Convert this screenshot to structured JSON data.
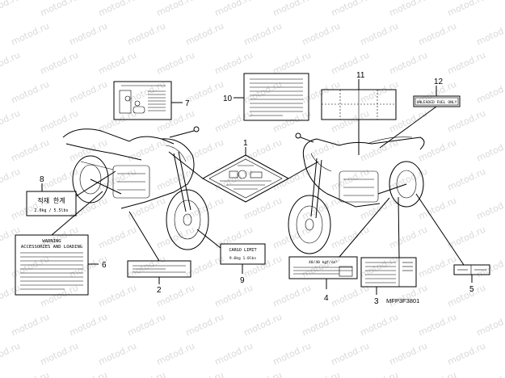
{
  "watermark": "motod.ru",
  "callouts": [
    "1",
    "2",
    "3",
    "4",
    "5",
    "6",
    "7",
    "8",
    "9",
    "10",
    "11",
    "12"
  ],
  "labels": {
    "unleaded": "UNLEADED FUEL ONLY",
    "cargo_limit": "CARGO LIMIT",
    "cargo_values": "9.0kg    1.0lbs",
    "warning_title": "WARNING",
    "warning_sub": "ACCESSORIES AND LOADING",
    "korean_title": "적재 한계",
    "korean_values": "2.0kg    /    5.5lbs",
    "tire_label": "40/40 kgf/cm²"
  },
  "drawing_code": "MFP3F3801"
}
